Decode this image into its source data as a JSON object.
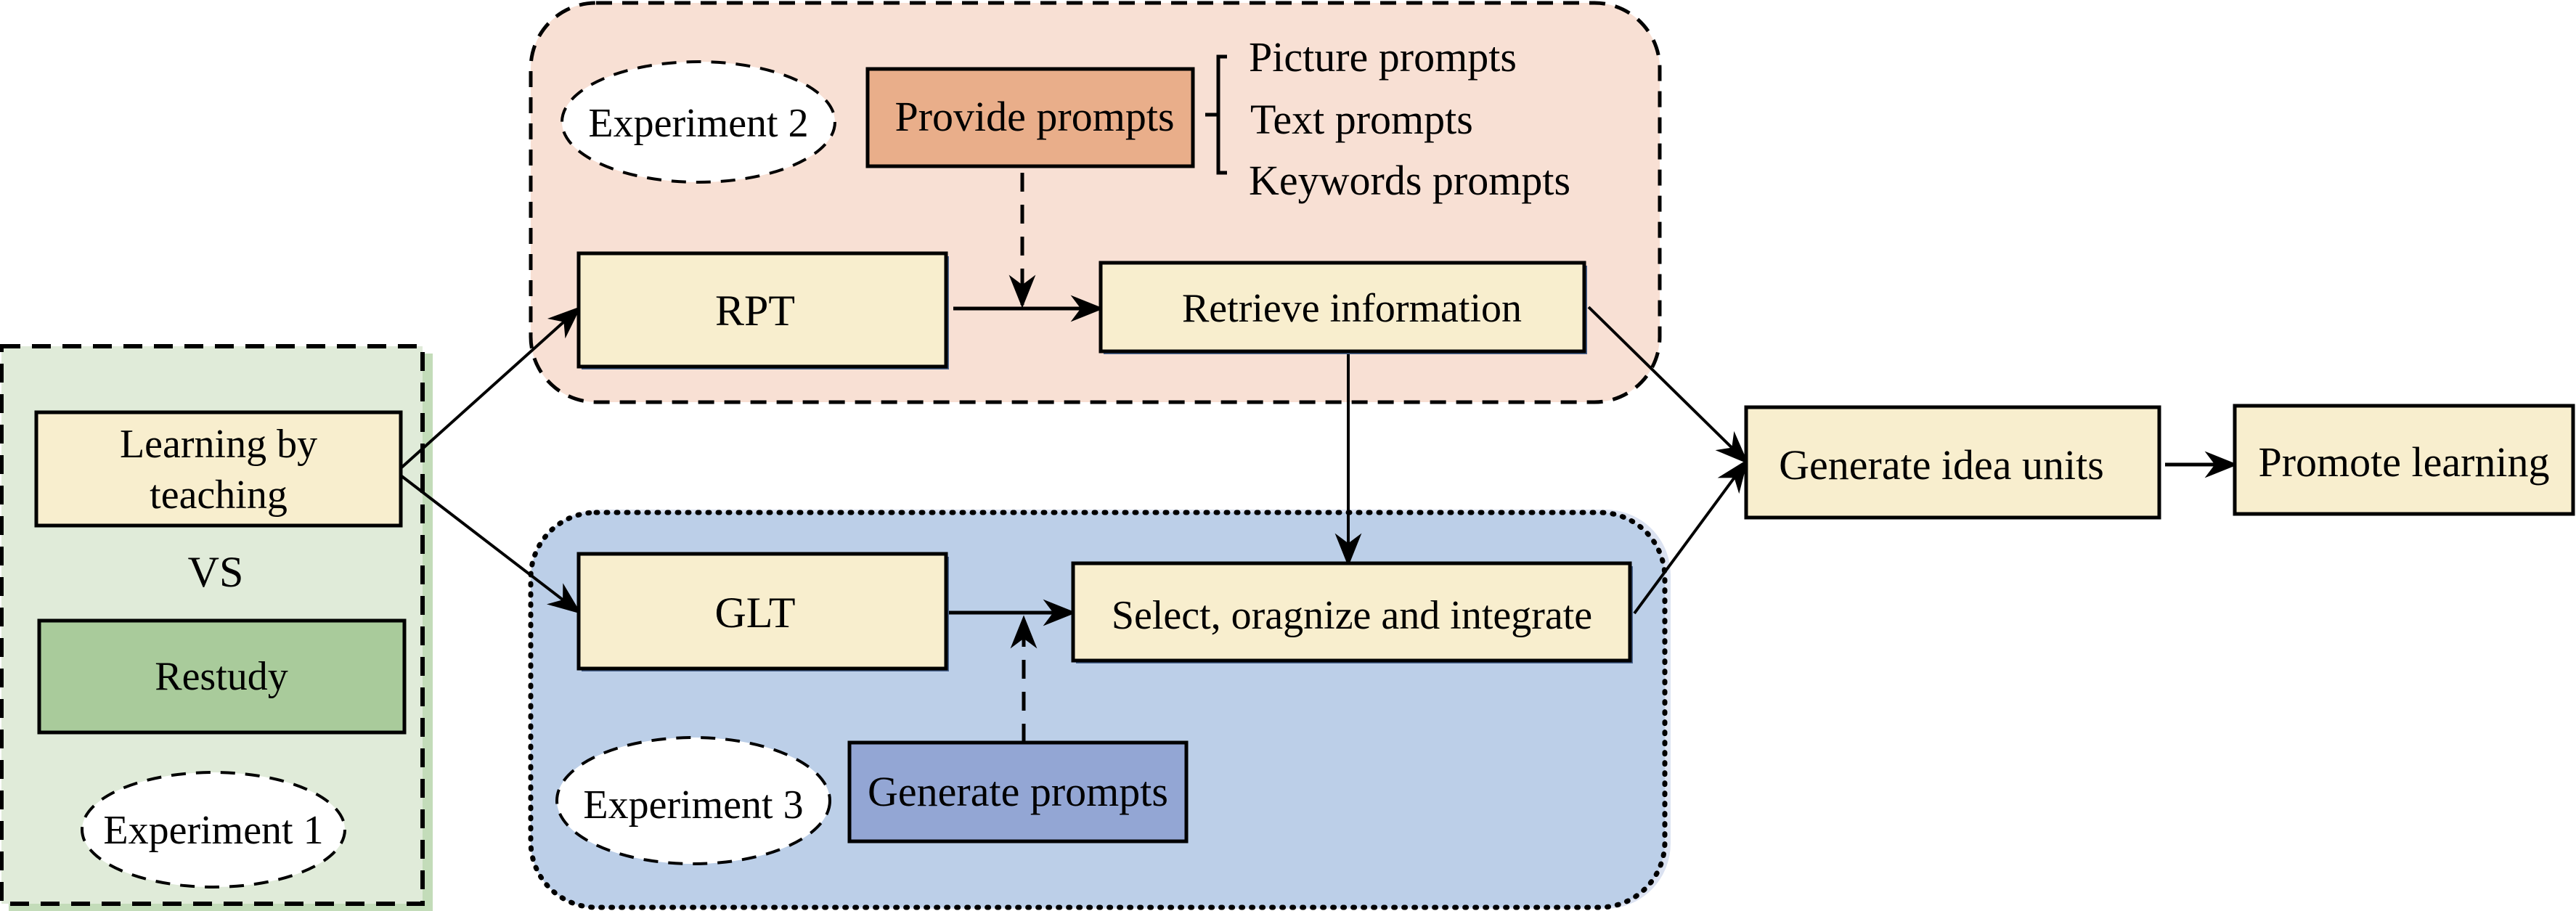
{
  "colors": {
    "panel_exp1": "#e0ebd9",
    "panel_exp1_shadow": "#c3dcb9",
    "panel_exp2": "#f8e0d4",
    "panel_exp3": "#bccfe8",
    "panel_exp3_shadow": "#dbe2f1",
    "box_default": "#f8eece",
    "box_restudy": "#a9cb9b",
    "box_provide": "#e9ae8a",
    "box_generate_prompts": "#93a6d4",
    "box_shadow": "#4a6590",
    "ellipse_fill": "#ffffff",
    "stroke": "#000000"
  },
  "experiment1": {
    "label": "Experiment 1",
    "learning_by_teaching": [
      "Learning by",
      "teaching"
    ],
    "vs": "VS",
    "restudy": "Restudy"
  },
  "experiment2": {
    "label": "Experiment 2",
    "provide_prompts": "Provide prompts",
    "prompt_types": [
      "Picture prompts",
      "Text prompts",
      "Keywords prompts"
    ],
    "rpt": "RPT",
    "retrieve_information": "Retrieve information"
  },
  "experiment3": {
    "label": "Experiment 3",
    "glt": "GLT",
    "select_organize_integrate": "Select, oragnize and integrate",
    "generate_prompts": "Generate prompts"
  },
  "outcomes": {
    "generate_idea_units": "Generate idea units",
    "promote_learning": "Promote learning"
  }
}
